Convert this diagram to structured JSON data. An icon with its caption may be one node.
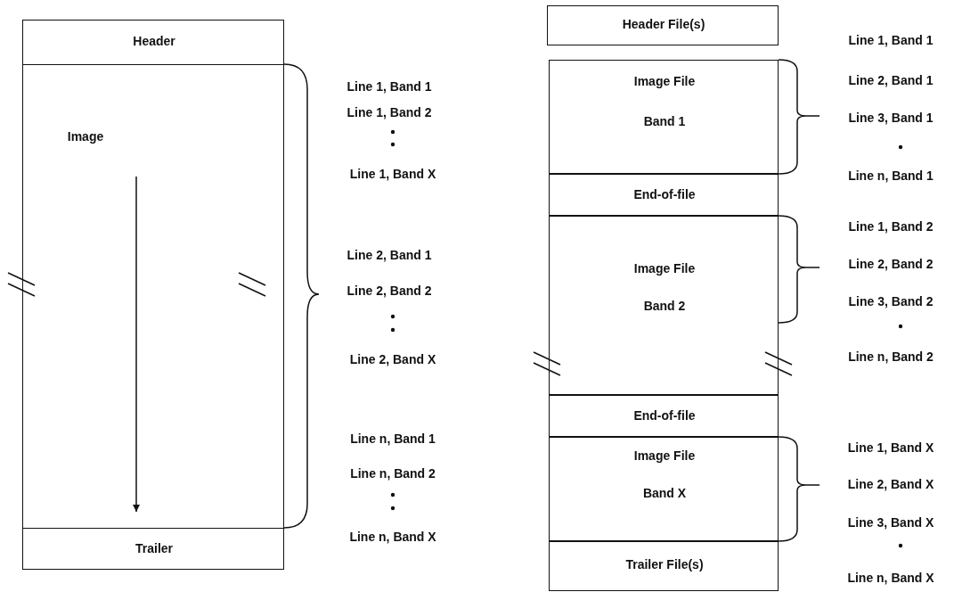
{
  "diagram": {
    "nodes": [
      {
        "text": [
          "Header"
        ]
      },
      {
        "text": [
          "Image"
        ]
      },
      {
        "text": [
          "Trailer"
        ]
      },
      {
        "text": [
          "Header File(s)"
        ]
      },
      {
        "text": [
          "Image File",
          "Band 1"
        ]
      },
      {
        "text": [
          "End-of-file"
        ]
      },
      {
        "text": [
          "Image File",
          "Band 2"
        ]
      },
      {
        "text": [
          "End-of-file"
        ]
      },
      {
        "text": [
          "Image File",
          "Band X"
        ]
      },
      {
        "text": [
          "Trailer File(s)"
        ]
      }
    ],
    "edges": [],
    "labels": [
      "Line 1, Band 1",
      "Line 1, Band 2",
      "Line 1, Band X",
      "Line 2, Band 1",
      "Line 2, Band 2",
      "Line 2, Band X",
      "Line n, Band 1",
      "Line n, Band 2",
      "Line n, Band X",
      "Line 1, Band 1",
      "Line 2, Band 1",
      "Line 3, Band 1",
      "Line n, Band 1",
      "Line 1, Band 2",
      "Line 2, Band 2",
      "Line 3, Band 2",
      "Line n, Band 2",
      "Line 1, Band X",
      "Line 2, Band X",
      "Line 3, Band X",
      "Line n, Band X"
    ]
  }
}
